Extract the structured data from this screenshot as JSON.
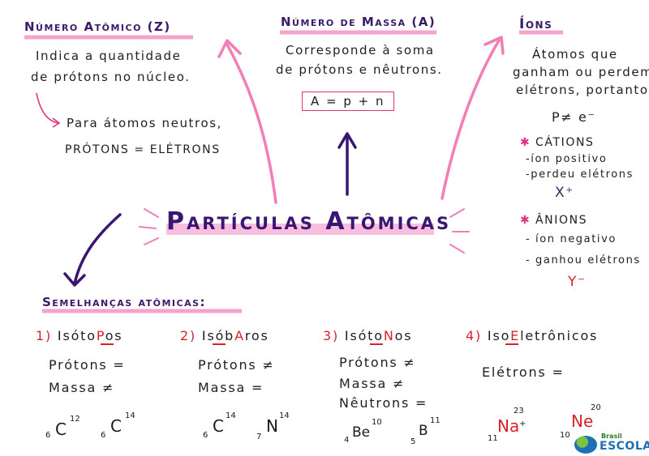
{
  "top_left": {
    "title": "Número Atômico (Z)",
    "line1": "Indica a quantidade",
    "line2": "de prótons no núcleo.",
    "note1": "Para átomos neutros,",
    "note2": "PRÓTONS = ELÉTRONS"
  },
  "top_center": {
    "title": "Número de Massa (A)",
    "line1": "Corresponde à soma",
    "line2": "de prótons e nêutrons.",
    "formula": "A = p + n"
  },
  "top_right": {
    "title": "Íons",
    "line1": "Átomos que",
    "line2": "ganham ou perdem",
    "line3": "elétrons, portanto",
    "relation": "P≠ e⁻",
    "cations_title": "CÁTIONS",
    "cations_l1": "-íon positivo",
    "cations_l2": "-perdeu elétrons",
    "cations_symbol": "X⁺",
    "anions_title": "ÂNIONS",
    "anions_l1": "- íon negativo",
    "anions_l2": "- ganhou elétrons",
    "anions_symbol": "Y⁻",
    "bullet": "✱"
  },
  "center_title": "Partículas Atômicas",
  "similarities": {
    "title": "Semelhanças atômicas:",
    "items": [
      {
        "num": "1)",
        "pre": "Isóto",
        "key": "P",
        "post": "os",
        "l1": "Prótons =",
        "l2": "Massa ≠",
        "l3": ""
      },
      {
        "num": "2)",
        "pre": "Isób",
        "key": "A",
        "post": "ros",
        "l1": "Prótons ≠",
        "l2": "Massa =",
        "l3": ""
      },
      {
        "num": "3)",
        "pre": "Isóto",
        "key": "N",
        "post": "os",
        "l1": "Prótons ≠",
        "l2": "Massa ≠",
        "l3": "Nêutrons ="
      },
      {
        "num": "4)",
        "pre": "Iso",
        "key": "E",
        "post": "letrônicos",
        "l1": "Elétrons =",
        "l2": "",
        "l3": ""
      }
    ]
  },
  "nuclides": {
    "c12": {
      "sym": "C",
      "mass": "12",
      "z": "6"
    },
    "c14a": {
      "sym": "C",
      "mass": "14",
      "z": "6"
    },
    "c14b": {
      "sym": "C",
      "mass": "14",
      "z": "6"
    },
    "n14": {
      "sym": "N",
      "mass": "14",
      "z": "7"
    },
    "be10": {
      "sym": "Be",
      "mass": "10",
      "z": "4"
    },
    "b11": {
      "sym": "B",
      "mass": "11",
      "z": "5"
    },
    "na23": {
      "sym": "Na",
      "mass": "23",
      "z": "11",
      "charge": "+"
    },
    "ne20": {
      "sym": "Ne",
      "mass": "20",
      "z": "10"
    }
  },
  "logo": {
    "top": "Brasil",
    "main": "ESCOLA"
  },
  "colors": {
    "purple": "#3a1572",
    "pink": "#e6307e",
    "red": "#d8232a",
    "highlight": "#f7b3d8"
  }
}
